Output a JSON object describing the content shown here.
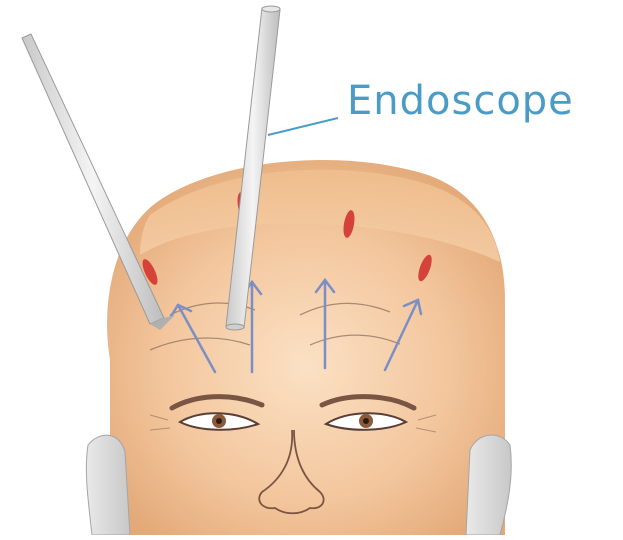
{
  "diagram": {
    "label": "Endoscope",
    "colors": {
      "label": "#4a9cc6",
      "skin": "#f3c69d",
      "skin_shadow": "#e6ae82",
      "incision": "#d4423a",
      "arrow": "#7b8fc4",
      "instrument": "#dcdcdc"
    },
    "icons": [
      "head-illustration",
      "endoscope-instrument",
      "incision-mark",
      "lift-arrow"
    ]
  }
}
